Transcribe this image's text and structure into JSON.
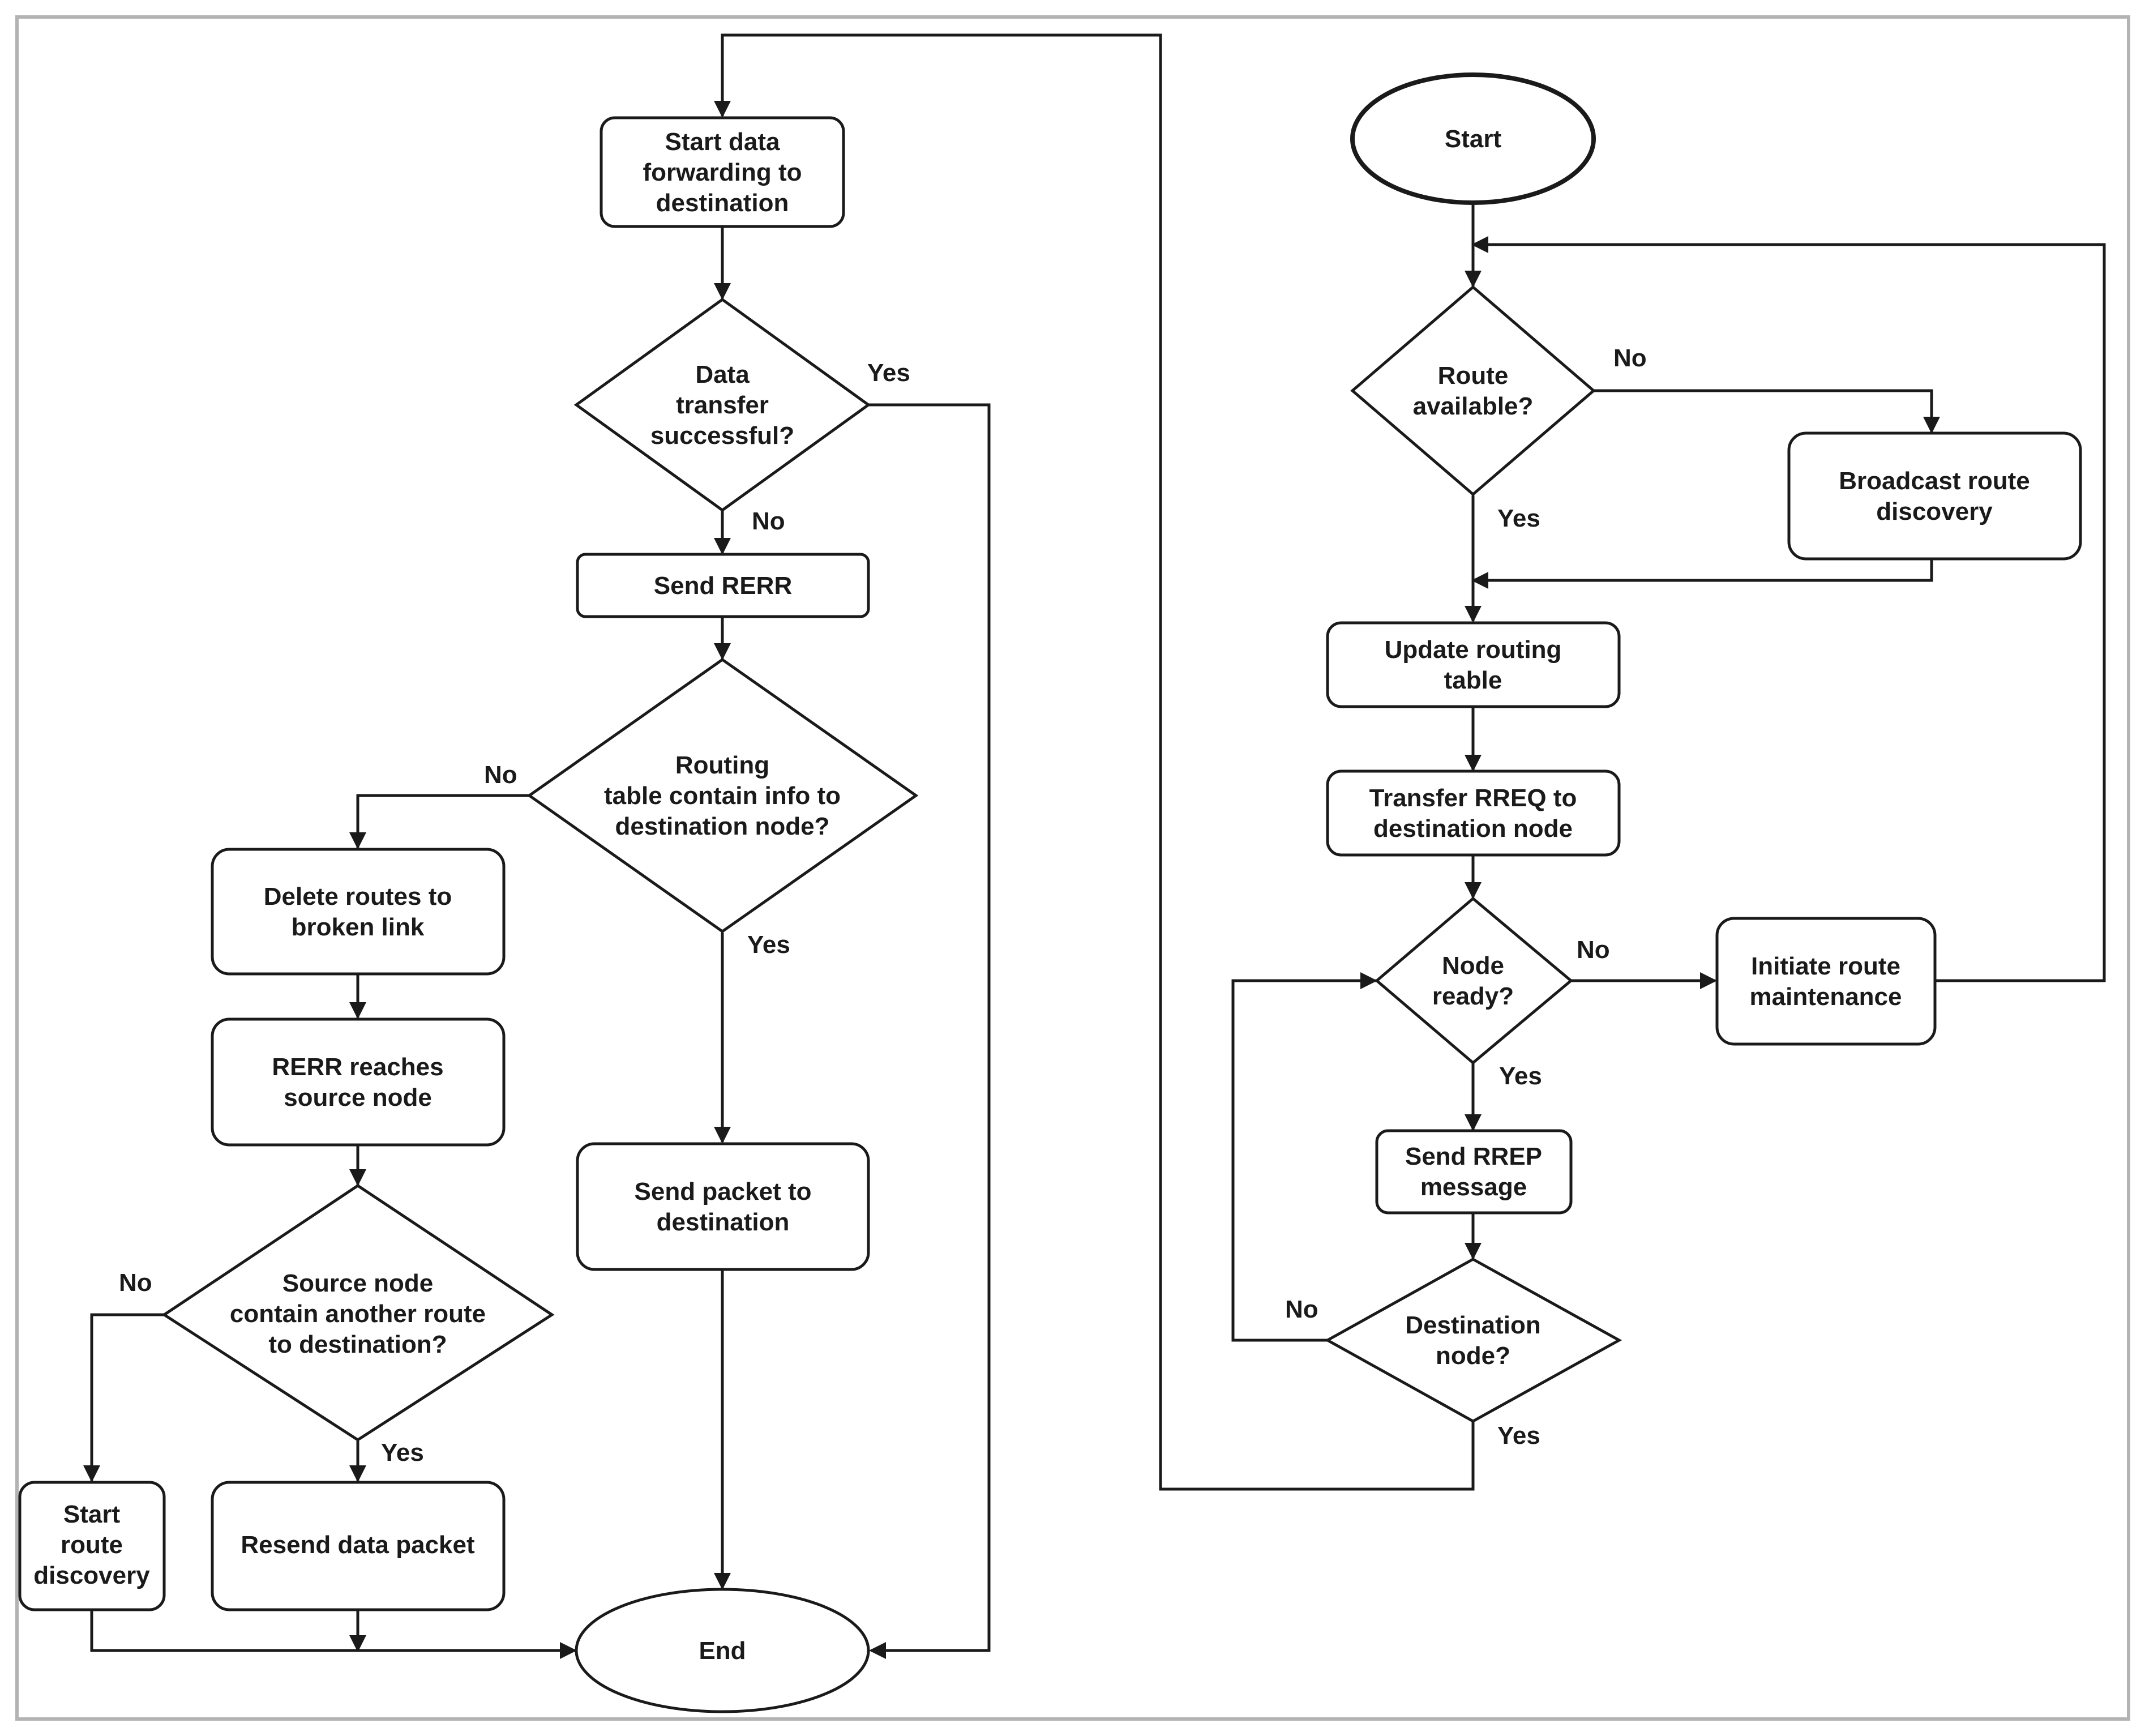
{
  "nodes": {
    "start": [
      "Start"
    ],
    "route_available": [
      "Route",
      "available?"
    ],
    "broadcast": [
      "Broadcast route",
      "discovery"
    ],
    "update_table": [
      "Update routing",
      "table"
    ],
    "transfer_rreq": [
      "Transfer RREQ to",
      "destination node"
    ],
    "node_ready": [
      "Node",
      "ready?"
    ],
    "initiate_maint": [
      "Initiate route",
      "maintenance"
    ],
    "send_rrep": [
      "Send RREP",
      "message"
    ],
    "dest_node": [
      "Destination",
      "node?"
    ],
    "start_forward": [
      "Start data",
      "forwarding to",
      "destination"
    ],
    "data_success": [
      "Data",
      "transfer",
      "successful?"
    ],
    "send_rerr": [
      "Send RERR"
    ],
    "routing_contain": [
      "Routing",
      "table contain info to",
      "destination node?"
    ],
    "delete_routes": [
      "Delete routes to",
      "broken link"
    ],
    "rerr_reaches": [
      "RERR reaches",
      "source node"
    ],
    "source_contain": [
      "Source node",
      "contain another route",
      "to destination?"
    ],
    "send_packet": [
      "Send packet to",
      "destination"
    ],
    "start_discovery": [
      "Start",
      "route",
      "discovery"
    ],
    "resend": [
      "Resend data packet"
    ],
    "end": [
      "End"
    ]
  },
  "edge_labels": {
    "route_no": "No",
    "route_yes": "Yes",
    "ready_no": "No",
    "ready_yes": "Yes",
    "dest_no": "No",
    "dest_yes": "Yes",
    "data_yes": "Yes",
    "data_no": "No",
    "routing_no": "No",
    "routing_yes": "Yes",
    "source_no": "No",
    "source_yes": "Yes"
  }
}
